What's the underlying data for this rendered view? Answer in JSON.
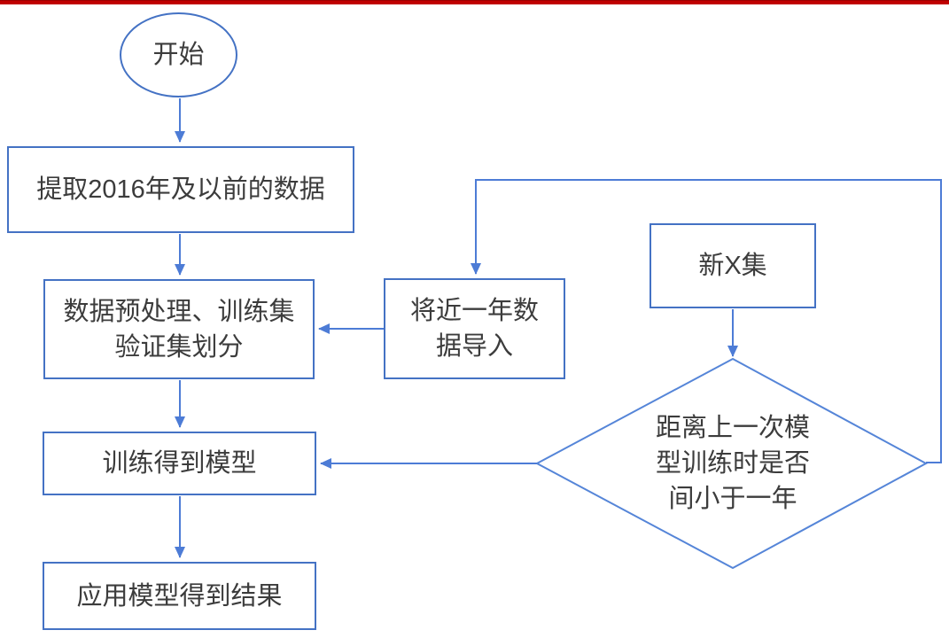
{
  "colors": {
    "top_bar": "#c00000",
    "shape_border": "#4472c4",
    "connector": "#4d7cd6",
    "text": "#3c3c3c",
    "background": "#ffffff"
  },
  "nodes": {
    "start": {
      "type": "ellipse",
      "label": "开始"
    },
    "extract": {
      "type": "rect",
      "label": "提取2016年及以前的数据"
    },
    "preprocess": {
      "type": "rect",
      "label": "数据预处理、训练集验证集划分",
      "line1": "数据预处理、训练集",
      "line2": "验证集划分"
    },
    "train": {
      "type": "rect",
      "label": "训练得到模型"
    },
    "apply": {
      "type": "rect",
      "label": "应用模型得到结果"
    },
    "import_recent": {
      "type": "rect",
      "label": "将近一年数据导入",
      "line1": "将近一年数",
      "line2": "据导入"
    },
    "new_x": {
      "type": "rect",
      "label": "新X集"
    },
    "decision": {
      "type": "diamond",
      "label": "距离上一次模型训练时是否间小于一年",
      "line1": "距离上一次模",
      "line2": "型训练时是否",
      "line3": "间小于一年"
    }
  },
  "edges": [
    {
      "from": "start",
      "to": "extract"
    },
    {
      "from": "extract",
      "to": "preprocess"
    },
    {
      "from": "preprocess",
      "to": "train"
    },
    {
      "from": "train",
      "to": "apply"
    },
    {
      "from": "import_recent",
      "to": "preprocess"
    },
    {
      "from": "new_x",
      "to": "decision"
    },
    {
      "from": "decision",
      "to": "train"
    },
    {
      "from": "decision",
      "to": "import_recent"
    }
  ]
}
